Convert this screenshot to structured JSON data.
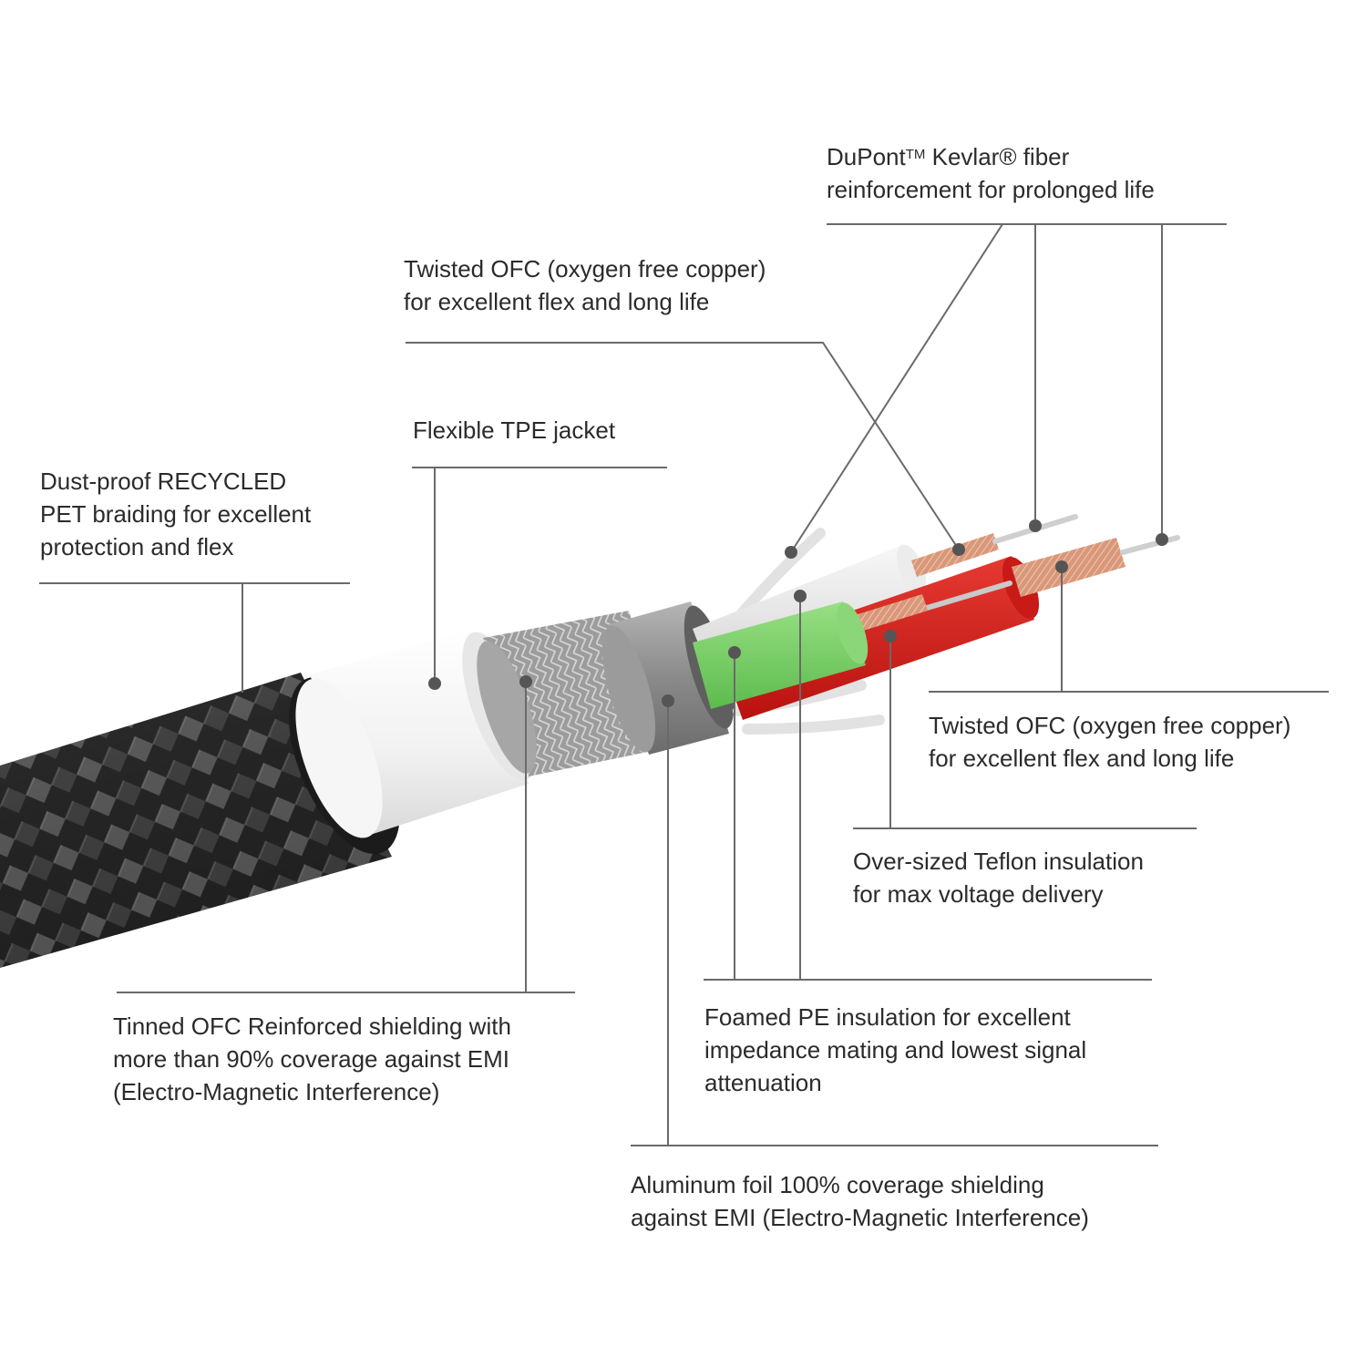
{
  "labels": {
    "kevlar": {
      "line1_a": "DuPont",
      "tm": "TM",
      "line1_b": " Kevlar® fiber",
      "line2": "reinforcement for prolonged life"
    },
    "ofc_top": {
      "line1": "Twisted OFC (oxygen free copper)",
      "line2": "for excellent flex and long life"
    },
    "tpe": {
      "line1": "Flexible TPE jacket"
    },
    "pet": {
      "line1": "Dust-proof RECYCLED",
      "line2": "PET braiding for excellent",
      "line3": "protection and flex"
    },
    "ofc_right": {
      "line1": "Twisted OFC (oxygen free copper)",
      "line2": "for excellent flex and long life"
    },
    "teflon": {
      "line1": "Over-sized Teflon insulation",
      "line2": "for max voltage delivery"
    },
    "foamed": {
      "line1": "Foamed PE insulation for excellent",
      "line2": "impedance mating and lowest signal",
      "line3": "attenuation"
    },
    "tinned": {
      "line1": "Tinned OFC Reinforced shielding with",
      "line2": "more than 90% coverage against EMI",
      "line3": "(Electro-Magnetic Interference)"
    },
    "aluminum": {
      "line1": "Aluminum foil 100% coverage shielding",
      "line2": "against EMI (Electro-Magnetic Interference)"
    }
  },
  "colors": {
    "leader": "#6a6a6a",
    "braid": "#2a2a2a",
    "jacket": "#f2f2f2",
    "shield": "#9a9a9a",
    "foil": "#8c8c8c",
    "green": "#7ccf6a",
    "red": "#d21e1e",
    "white_core": "#eeeeee",
    "copper": "#d99b7a"
  }
}
